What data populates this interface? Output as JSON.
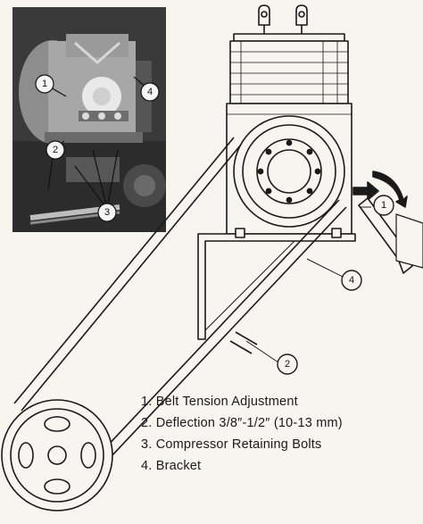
{
  "callouts": {
    "one": "1",
    "two": "2",
    "three": "3",
    "four": "4"
  },
  "legend": {
    "items": [
      "1.  Belt Tension Adjustment",
      "2.  Deflection 3/8″-1/2″ (10-13 mm)",
      "3.  Compressor Retaining Bolts",
      "4.  Bracket"
    ]
  },
  "colors": {
    "ink": "#1a1a1a",
    "paper": "#f7f5ef",
    "photo_dark": "#3b3b3b"
  }
}
